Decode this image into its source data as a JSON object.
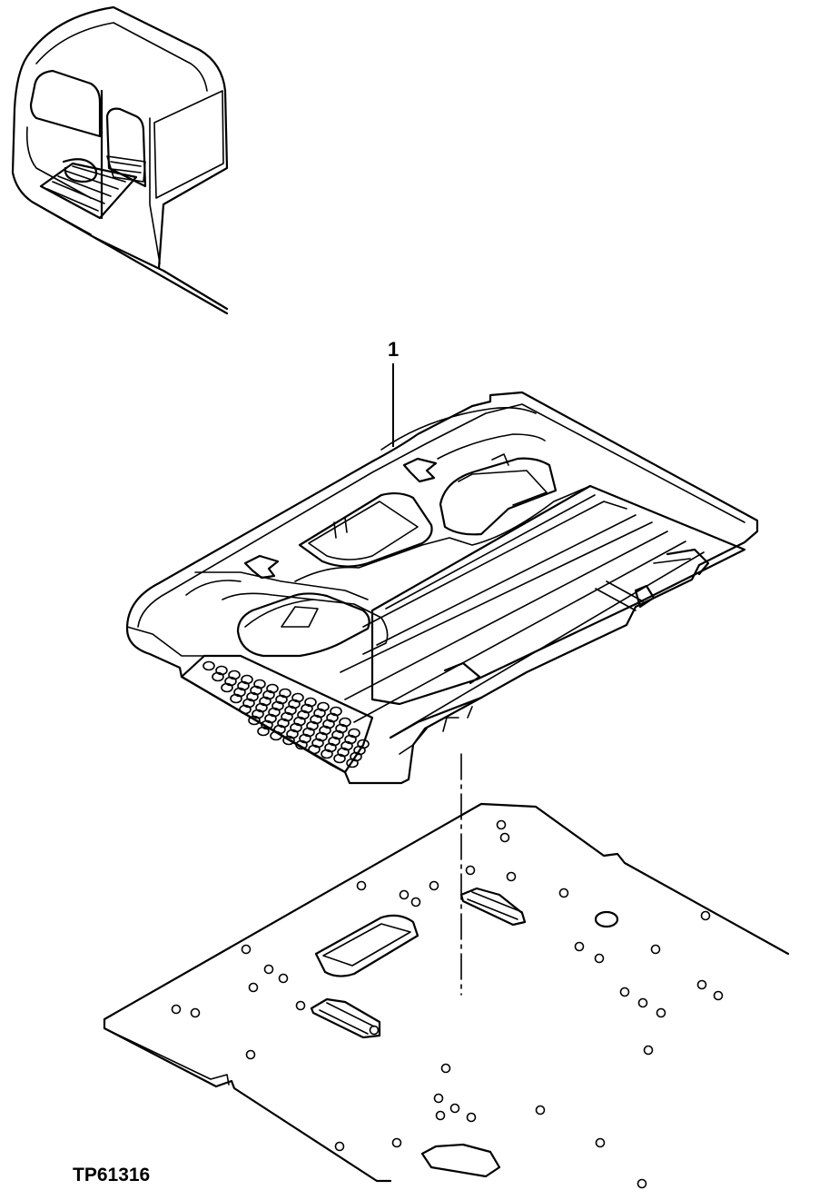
{
  "diagram": {
    "callouts": [
      {
        "id": "callout-1",
        "label": "1"
      }
    ],
    "figure_id": "TP61316"
  }
}
